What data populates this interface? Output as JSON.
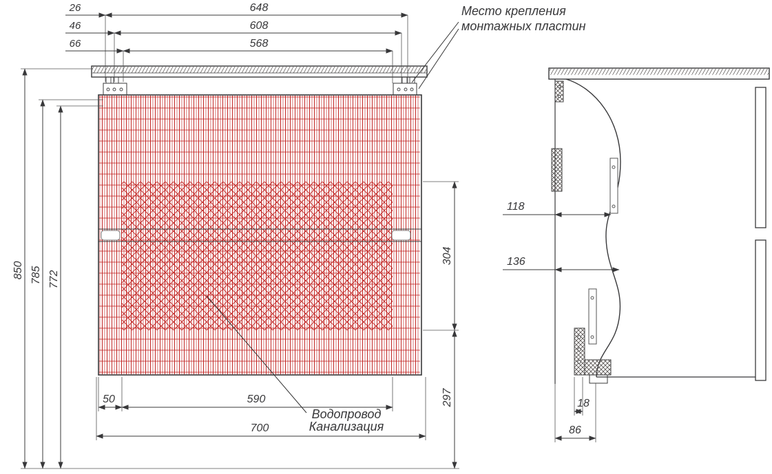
{
  "colors": {
    "line": "#38383a",
    "hatch": "#c0201e"
  },
  "front_view": {
    "dims_top": {
      "d26": "26",
      "d46": "46",
      "d66": "66",
      "d648": "648",
      "d608": "608",
      "d568": "568"
    },
    "dims_left": {
      "d850": "850",
      "d785": "785",
      "d772": "772"
    },
    "dims_right": {
      "d304": "304",
      "d297": "297"
    },
    "dims_bottom": {
      "d50": "50",
      "d590": "590",
      "d700": "700"
    }
  },
  "side_view": {
    "dims": {
      "d118": "118",
      "d136": "136",
      "d18": "18",
      "d86": "86"
    }
  },
  "annotations": {
    "mounting": {
      "line1": "Место крепления",
      "line2": "монтажных пластин"
    },
    "plumbing": {
      "line1": "Водопровод",
      "line2": "Канализация"
    }
  }
}
